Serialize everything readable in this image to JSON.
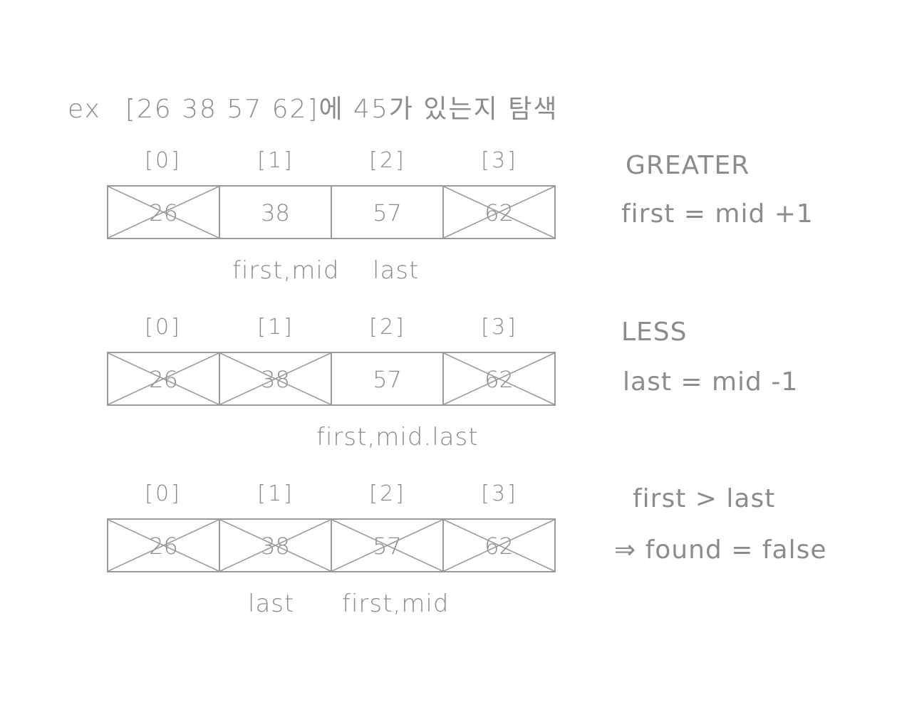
{
  "title": {
    "prefix": "ex",
    "array_text": "[26 38 57 62]",
    "question": "에  45가 있는지  탐색"
  },
  "indices": [
    "[0]",
    "[1]",
    "[2]",
    "[3]"
  ],
  "steps": [
    {
      "values": [
        "26",
        "38",
        "57",
        "62"
      ],
      "crossed": [
        true,
        false,
        false,
        true
      ],
      "pointers": [
        {
          "label": "first,mid",
          "index": 1
        },
        {
          "label": "last",
          "index": 2
        }
      ],
      "result": "GREATER",
      "action": "first = mid +1"
    },
    {
      "values": [
        "26",
        "38",
        "57",
        "62"
      ],
      "crossed": [
        true,
        true,
        false,
        true
      ],
      "pointers": [
        {
          "label": "first,mid.last",
          "index": 2
        }
      ],
      "result": "LESS",
      "action": "last = mid -1"
    },
    {
      "values": [
        "26",
        "38",
        "57",
        "62"
      ],
      "crossed": [
        true,
        true,
        true,
        true
      ],
      "pointers": [
        {
          "label": "last",
          "index": 1
        },
        {
          "label": "first,mid",
          "index": 2
        }
      ],
      "result": "first > last",
      "action": "⇒ found = false"
    }
  ]
}
